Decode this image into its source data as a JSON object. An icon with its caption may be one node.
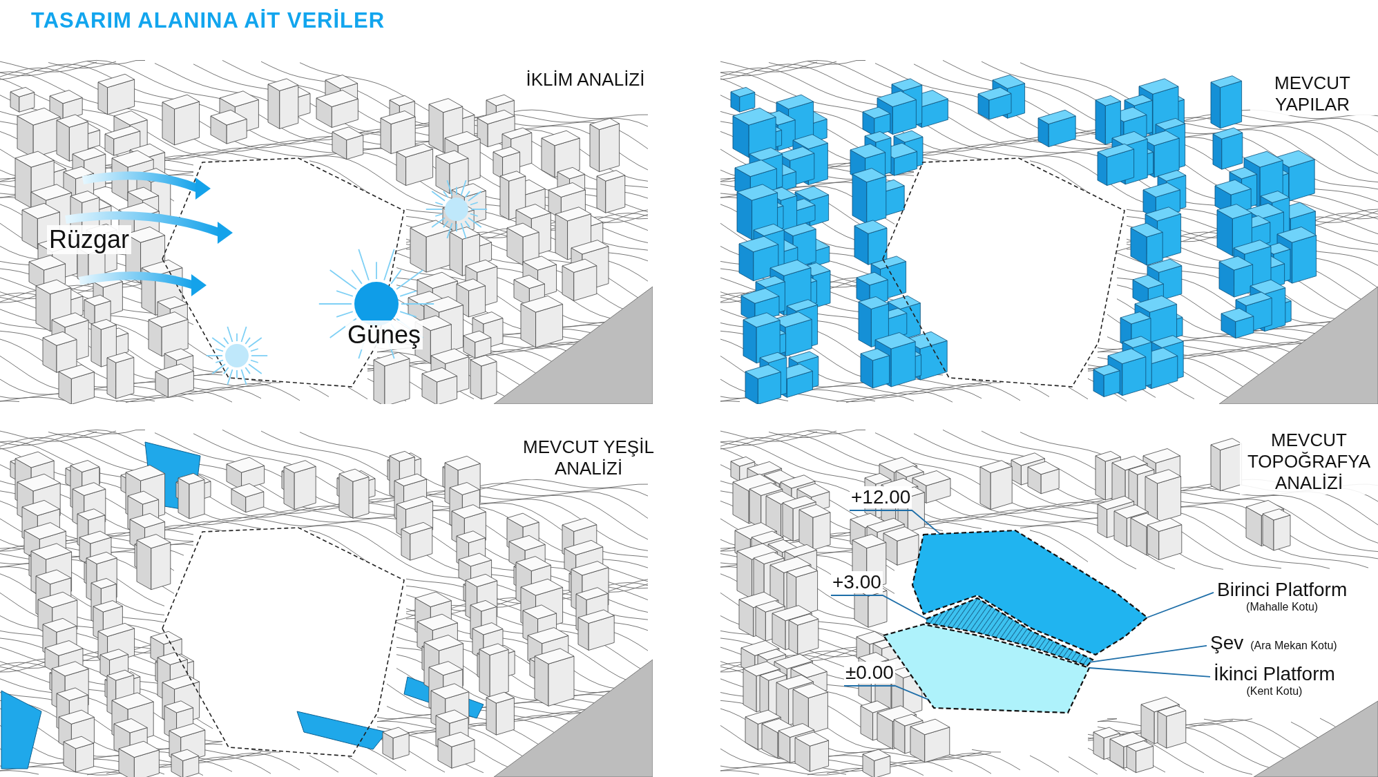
{
  "diagram": {
    "title": "TASARIM ALANINA AİT VERİLER",
    "nodes": [
      {
        "text": [
          "+12.00"
        ]
      },
      {
        "text": [
          "+3.00"
        ]
      },
      {
        "text": [
          "±0.00"
        ]
      },
      {
        "text": [
          "Birinci Platform",
          "(Mahalle Kotu)"
        ]
      },
      {
        "text": [
          "Şev",
          "(Ara Mekan Kotu)"
        ]
      },
      {
        "text": [
          "İkinci Platform",
          "(Kent Kotu)"
        ]
      },
      {
        "text": [],
        "shape": "picture"
      },
      {
        "text": [],
        "shape": "picture"
      },
      {
        "text": [],
        "shape": "picture"
      }
    ],
    "edges": [
      {
        "from": 0,
        "to": 6,
        "arrow": "none"
      },
      {
        "from": 1,
        "to": 7,
        "arrow": "none"
      },
      {
        "from": 2,
        "to": 8,
        "arrow": "none"
      },
      {
        "from": 3,
        "to": 6,
        "arrow": "none"
      },
      {
        "from": 4,
        "to": 7,
        "arrow": "none"
      },
      {
        "from": 5,
        "to": 8,
        "arrow": "none"
      }
    ],
    "labels": [
      "İKLİM ANALİZİ",
      "Rüzgar",
      "Güneş",
      "MEVCUT YAPILAR",
      "MEVCUT YEŞİL ANALİZİ",
      "MEVCUT TOPOĞRAFYA ANALİZİ"
    ]
  }
}
